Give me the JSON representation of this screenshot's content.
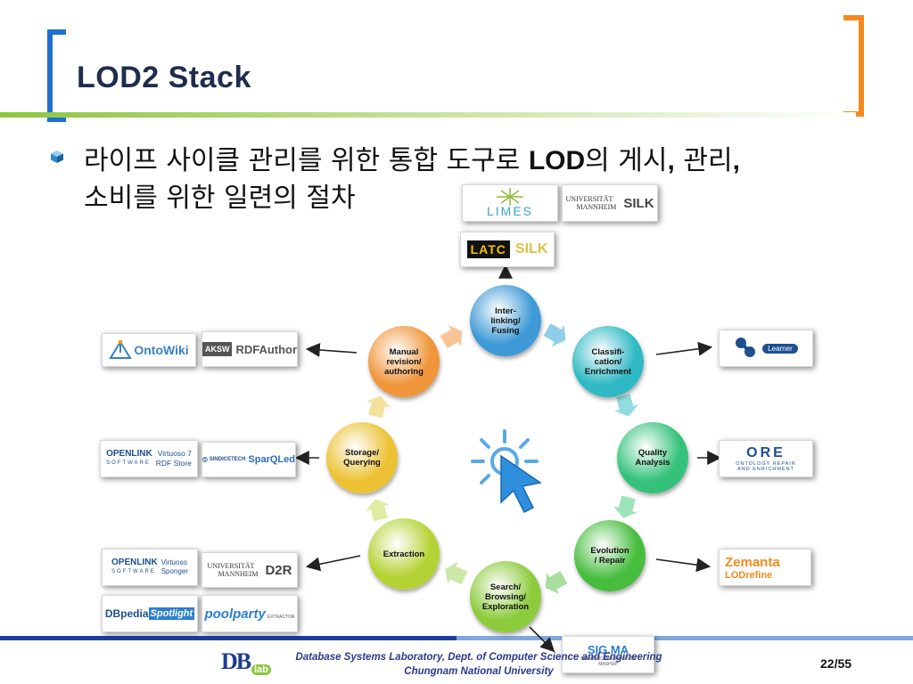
{
  "slide": {
    "title": "LOD2 Stack",
    "bullet_plain": "라이프 사이클 관리를 위한 통합 도구로 ",
    "bullet_bold1": "LOD",
    "bullet_mid": "의 게시",
    "bullet_bold2": ",",
    "bullet_mid2": " 관리",
    "bullet_bold3": ",",
    "bullet_line2": "소비를 위한 일련의 절차"
  },
  "cycle": [
    {
      "label": "Inter-\nlinking/\nFusing",
      "color": "#3d9ad6"
    },
    {
      "label": "Classifi-\ncation/\nEnrichment",
      "color": "#2fb9c4"
    },
    {
      "label": "Quality\nAnalysis",
      "color": "#34c27a"
    },
    {
      "label": "Evolution\n/ Repair",
      "color": "#46bd3d"
    },
    {
      "label": "Search/\nBrowsing/\nExploration",
      "color": "#8ccb3c"
    },
    {
      "label": "Extraction",
      "color": "#b4d233"
    },
    {
      "label": "Storage/\nQuerying",
      "color": "#ecc234"
    },
    {
      "label": "Manual\nrevision/\nauthoring",
      "color": "#f0953a"
    }
  ],
  "tools": {
    "limes": "LIMES",
    "silk": "SILK",
    "mannheim_univ": "UNIVERSITÄT",
    "mannheim_city": "MANNHEIM",
    "latc": "LATC",
    "ontowiki": "OntoWiki",
    "aksw": "AKSW",
    "rdfauthor": "RDFAuthor",
    "openlink": "OPENLINK",
    "software": "SOFTWARE",
    "virtuoso7": "Virtuoso 7",
    "rdfstore": "RDF Store",
    "sindicetech": "SINDICETECH",
    "sparqled": "SparQLed",
    "virtuoso": "Virtuoso",
    "sponger": "Sponger",
    "d2r": "D2R",
    "dbpedia": "DBpedia",
    "spotlight": "Spotlight",
    "poolparty": "poolparty",
    "extractor": "EXTRACTOR",
    "learner": "Learner",
    "ore": "ORE",
    "ore_sub1": "ONTOLOGY REPAIR",
    "ore_sub2": "AND ENRICHMENT",
    "zemanta": "Zemanta",
    "lodrefine": "LODrefine",
    "sigma": "SIG.MA",
    "sigma_sub1": "SEMANTIC INFORMATION",
    "sigma_sub2": "MASHUP"
  },
  "footer": {
    "line1": "Database Systems Laboratory, Dept. of Computer Science and Engineering",
    "line2": "Chungnam National University",
    "page": "22/55",
    "lab_logo_text": "DB",
    "lab_logo_sub": "lab"
  },
  "colors": {
    "bracket_left": "#1e6fd0",
    "bracket_right": "#f28a1e",
    "title_rule": "#8cc63f",
    "footer_rule_dark": "#1a3f9e",
    "footer_rule_light": "#7fa8dc"
  }
}
